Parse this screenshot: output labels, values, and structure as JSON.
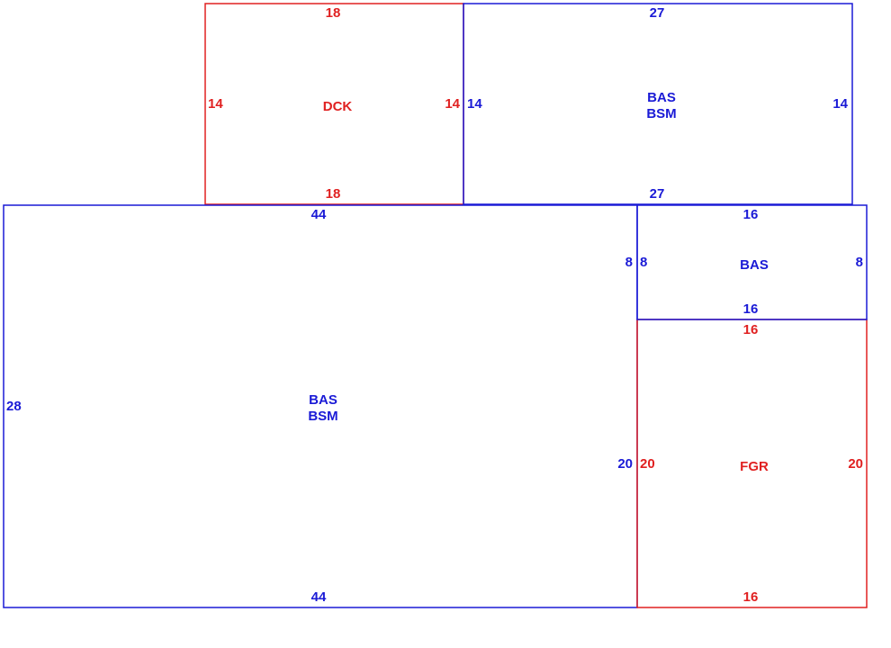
{
  "colors": {
    "blue": "#1a1ad6",
    "red": "#e02020"
  },
  "areas": {
    "dck": {
      "name": "DCK",
      "color": "red",
      "top": "18",
      "bottom": "18",
      "left": "14",
      "right": "14"
    },
    "bas_bsm_upper": {
      "name_line1": "BAS",
      "name_line2": "BSM",
      "color": "blue",
      "top": "27",
      "bottom": "27",
      "left": "14",
      "right": "14"
    },
    "bas_bsm_main": {
      "name_line1": "BAS",
      "name_line2": "BSM",
      "color": "blue",
      "top": "44",
      "bottom": "44",
      "left": "28",
      "right_upper": "8",
      "right_lower": "20"
    },
    "bas_small": {
      "name": "BAS",
      "color": "blue",
      "top": "16",
      "bottom": "16",
      "left": "8",
      "right": "8"
    },
    "fgr": {
      "name": "FGR",
      "color": "red",
      "top": "16",
      "bottom": "16",
      "left": "20",
      "right": "20"
    }
  }
}
